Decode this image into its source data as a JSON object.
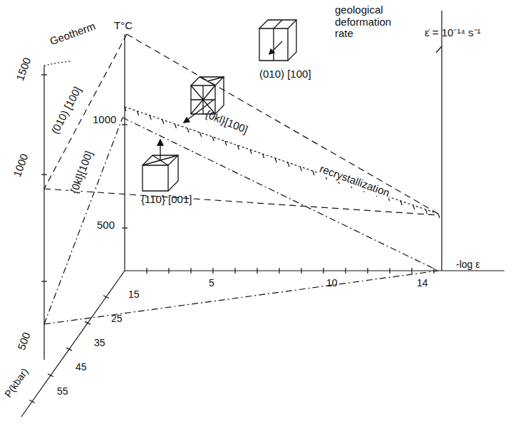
{
  "diagram": {
    "labels": [
      "geological deformation rate",
      "ε̇ = 10⁻¹⁴ s⁻¹",
      "T°C",
      "Geotherm",
      "1500",
      "1000",
      "500",
      "1000",
      "500",
      "(010) [100]",
      "{0kl}[100]",
      "{110} [001]",
      "recrystallization",
      "(010) [100]",
      "{0kl}[100]",
      "5",
      "10",
      "14",
      "-log ε",
      "15",
      "25",
      "35",
      "45",
      "55",
      "P(kbar)"
    ]
  }
}
